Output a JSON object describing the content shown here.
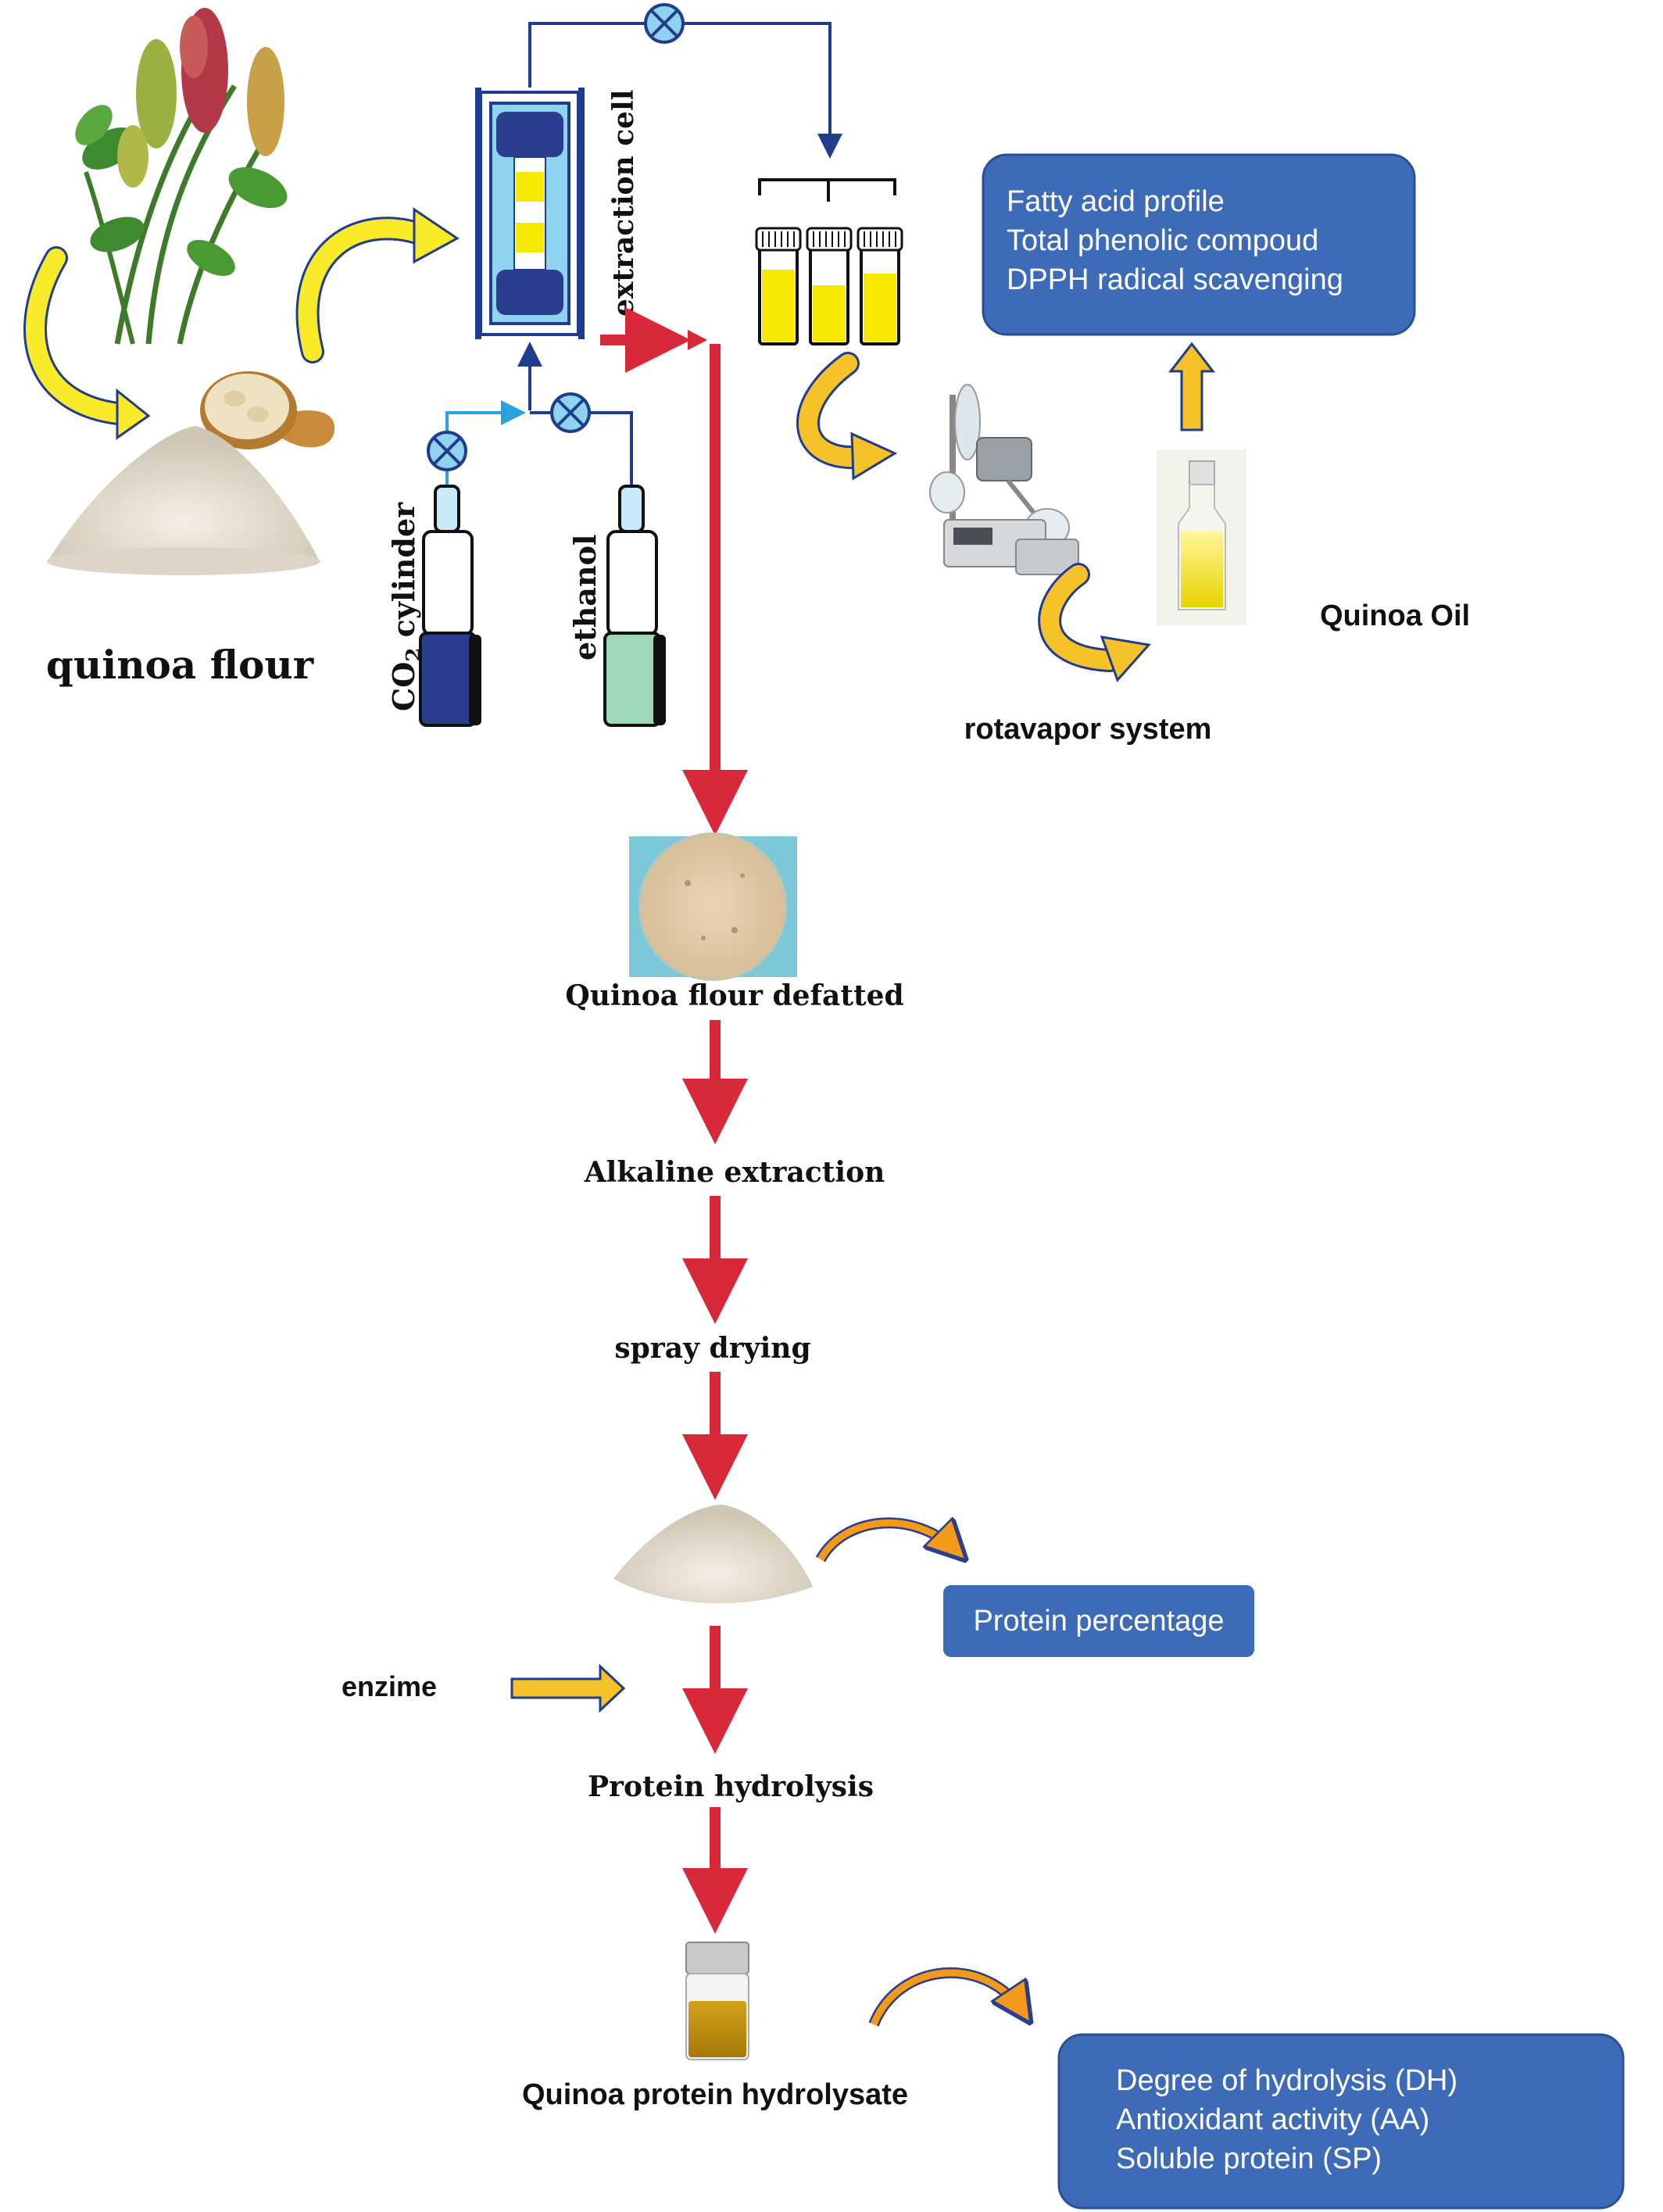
{
  "labels": {
    "quinoa_flour": "quinoa flour",
    "extraction_cell": "extraction cell",
    "co2_prefix": "CO",
    "co2_sub": "2",
    "co2_suffix": " cylinder",
    "ethanol": "ethanol",
    "rotavapor": "rotavapor system",
    "quinoa_oil": "Quinoa Oil",
    "defatted": "Quinoa flour defatted",
    "alkaline": "Alkaline extraction",
    "spray": "spray drying",
    "enzime": "enzime",
    "hydrolysis": "Protein hydrolysis",
    "hydrolysate": "Quinoa protein hydrolysate"
  },
  "boxes": {
    "oil_analysis": [
      "Fatty acid profile",
      "Total phenolic compoud",
      "DPPH radical scavenging"
    ],
    "protein_percentage": "Protein percentage",
    "hydrolysate_analysis": [
      "Degree of hydrolysis (DH)",
      "Antioxidant activity (AA)",
      "Soluble protein (SP)"
    ]
  },
  "colors": {
    "box_fill": "#3d6bb8",
    "flow_arrow": "#d8293a",
    "pipe": "#1f3d8c",
    "co2_pipe": "#29a3de",
    "yellow_arrow": "#f9ea2a",
    "oil_yellow": "#f7ea00",
    "co2_tank": "#2a3d8f",
    "ethanol_tank": "#9fd8b8",
    "cell_fill": "#8fd3ef"
  },
  "icons": [
    "quinoa-plant-icon",
    "quinoa-seed-spoon-icon",
    "flour-pile-icon",
    "valve-icon",
    "vial-icon",
    "rotavapor-icon",
    "oil-bottle-icon",
    "defatted-flour-dish-icon",
    "protein-powder-icon",
    "hydrolysate-vial-icon"
  ]
}
